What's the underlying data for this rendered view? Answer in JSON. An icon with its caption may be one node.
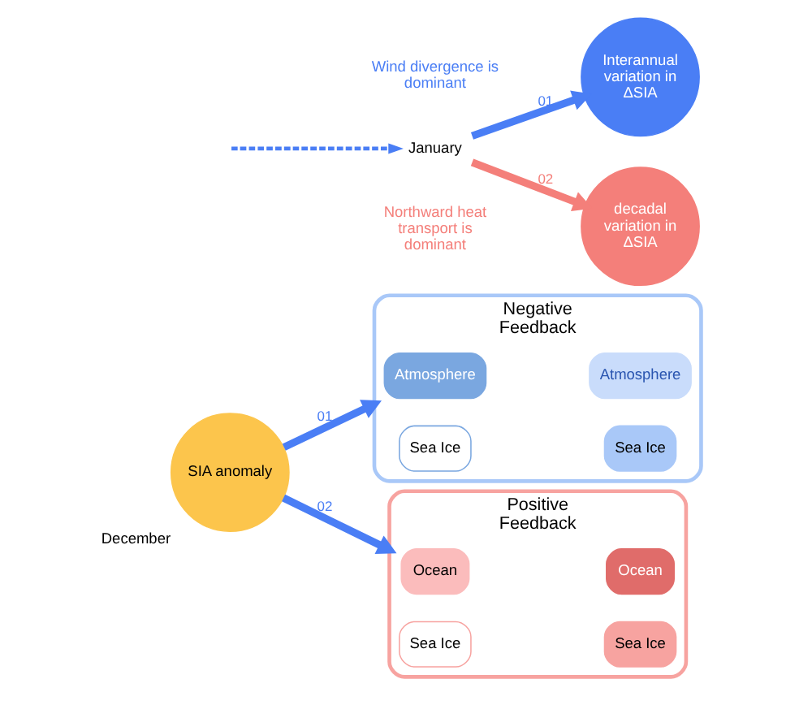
{
  "diagram": {
    "nodes": [
      {
        "text": [
          "SIA anomaly"
        ],
        "beside": [
          "December"
        ]
      },
      {
        "text": [
          "Negative Feedback"
        ]
      },
      {
        "text": [
          "Atmosphere"
        ],
        "in": 1
      },
      {
        "text": [
          "Sea Ice"
        ],
        "in": 1
      },
      {
        "text": [
          "Atmosphere"
        ],
        "in": 1
      },
      {
        "text": [
          "Sea Ice"
        ],
        "in": 1
      },
      {
        "text": [
          "Positive Feedback"
        ]
      },
      {
        "text": [
          "Ocean"
        ],
        "in": 6
      },
      {
        "text": [
          "Sea Ice"
        ],
        "in": 6
      },
      {
        "text": [
          "Ocean"
        ],
        "in": 6
      },
      {
        "text": [
          "Sea Ice"
        ],
        "in": 6
      },
      {
        "text": [
          "January"
        ]
      },
      {
        "text": [
          "Interannual variation in ΔSIA"
        ]
      },
      {
        "text": [
          "decadal variation in ΔSIA"
        ]
      }
    ],
    "edges": [
      {
        "from": 0,
        "to": 1,
        "arrow": "to",
        "label": "01"
      },
      {
        "from": 0,
        "to": 6,
        "arrow": "to",
        "label": "02"
      },
      {
        "from": null,
        "to": 11,
        "arrow": "to",
        "style": "dashed"
      },
      {
        "from": 11,
        "to": 12,
        "arrow": "to",
        "label": "01"
      },
      {
        "from": 11,
        "to": 13,
        "arrow": "to",
        "label": "02",
        "color": "#f47f7a"
      }
    ],
    "labels": [
      "Wind divergence is dominant",
      "Northward heat transport is dominant"
    ]
  }
}
